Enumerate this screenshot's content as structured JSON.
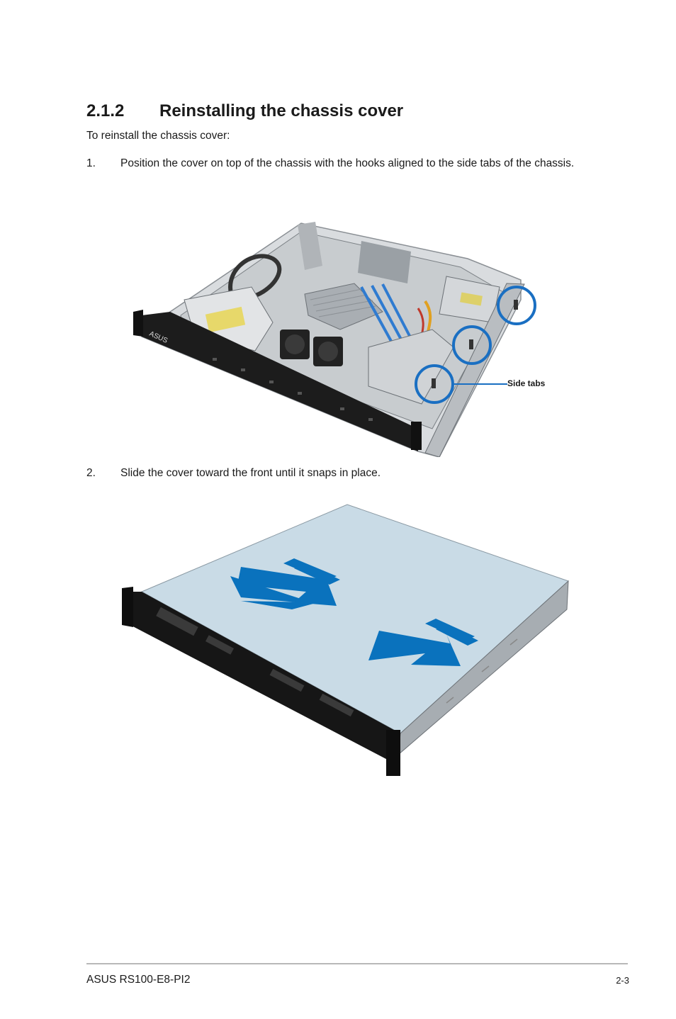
{
  "section": {
    "number": "2.1.2",
    "title": "Reinstalling the chassis cover"
  },
  "intro": "To reinstall the chassis cover:",
  "steps": [
    {
      "number": "1.",
      "text": "Position the cover on top of the chassis with the hooks aligned to the side tabs of the chassis."
    },
    {
      "number": "2.",
      "text": "Slide the cover toward the front until it snaps in place."
    }
  ],
  "figure1": {
    "callout": "Side tabs",
    "brand": "ASUS",
    "callout_color": "#1a6fc2"
  },
  "figure2": {
    "arrow_color": "#0a72bd"
  },
  "footer": {
    "model": "ASUS RS100-E8-PI2",
    "page": "2-3"
  }
}
